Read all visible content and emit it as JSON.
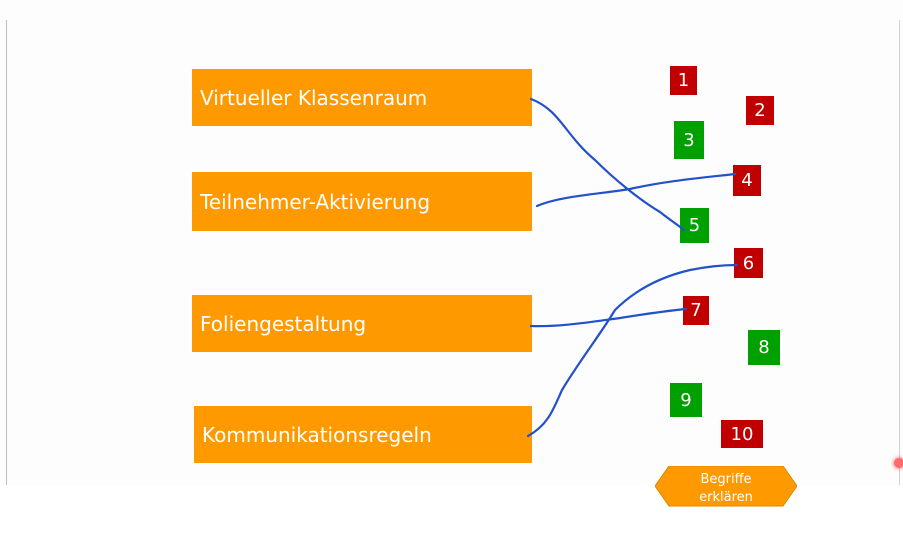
{
  "terms": [
    {
      "label": "Virtueller Klassenraum"
    },
    {
      "label": "Teilnehmer-Aktivierung"
    },
    {
      "label": "Foliengestaltung"
    },
    {
      "label": "Kommunikationsregeln"
    }
  ],
  "number_tiles": [
    {
      "label": "1",
      "color": "#c00000"
    },
    {
      "label": "2",
      "color": "#c00000"
    },
    {
      "label": "3",
      "color": "#00a000"
    },
    {
      "label": "4",
      "color": "#c00000"
    },
    {
      "label": "5",
      "color": "#00a000"
    },
    {
      "label": "6",
      "color": "#c00000"
    },
    {
      "label": "7",
      "color": "#c00000"
    },
    {
      "label": "8",
      "color": "#00a000"
    },
    {
      "label": "9",
      "color": "#00a000"
    },
    {
      "label": "10",
      "color": "#c00000"
    }
  ],
  "connections": [
    {
      "from": "Virtueller Klassenraum",
      "to": "5"
    },
    {
      "from": "Teilnehmer-Aktivierung",
      "to": "4"
    },
    {
      "from": "Foliengestaltung",
      "to": "7"
    },
    {
      "from": "Kommunikationsregeln",
      "to": "6"
    }
  ],
  "explain_button": {
    "line1": "Begriffe",
    "line2": "erklären",
    "color": "#ff9900"
  },
  "colors": {
    "term_bg": "#ff9900",
    "wrong": "#c00000",
    "right": "#00a000",
    "ink": "#2251c9"
  }
}
